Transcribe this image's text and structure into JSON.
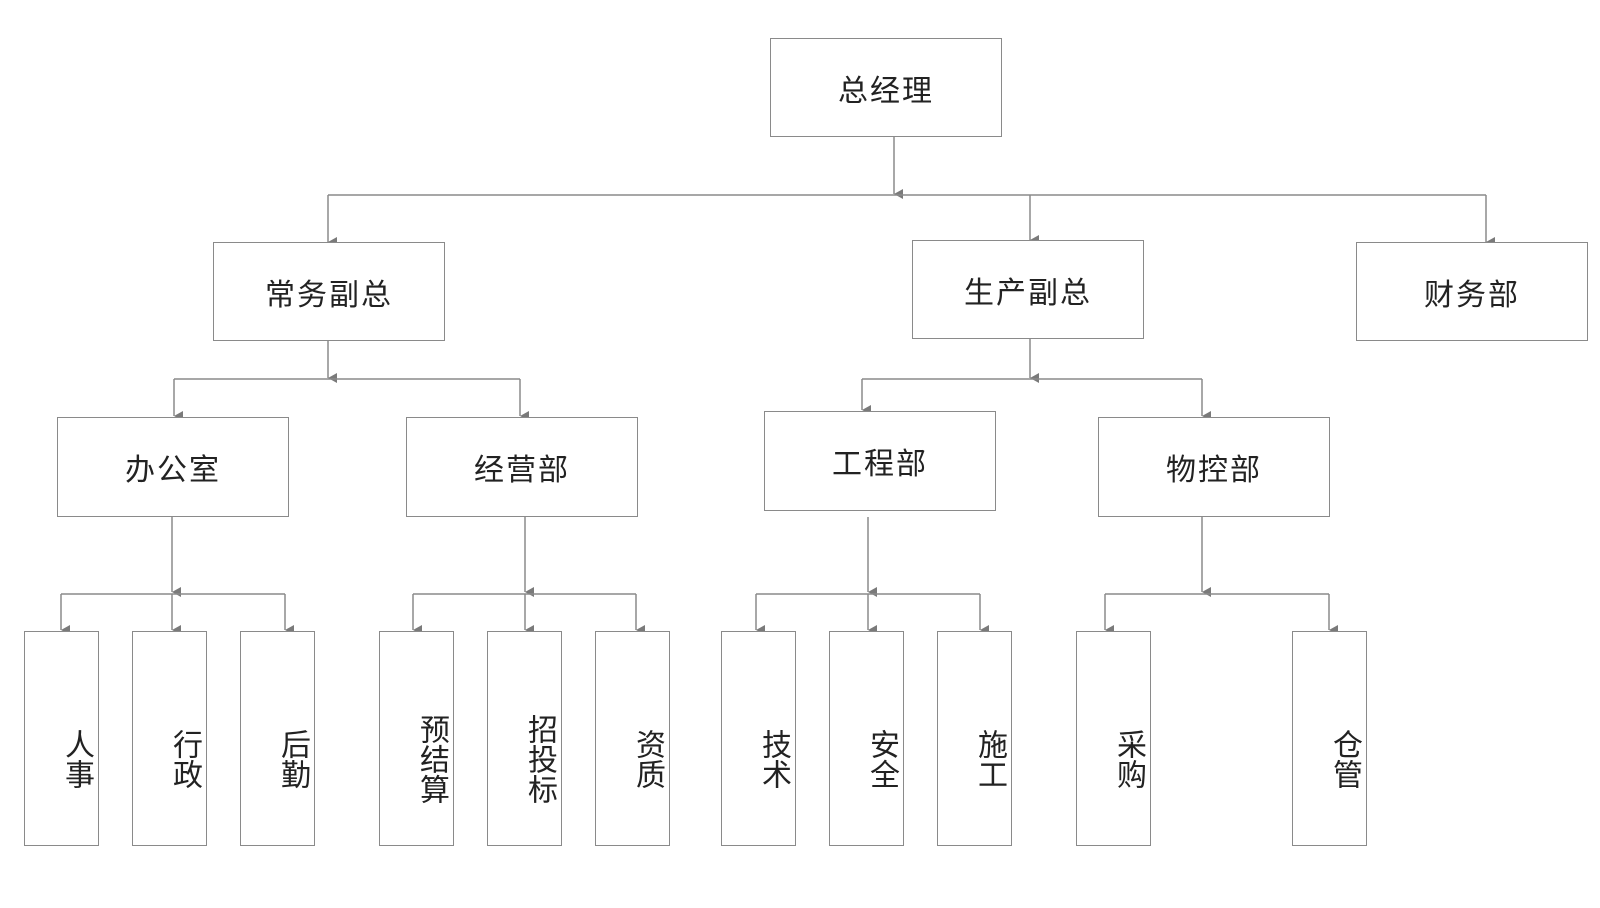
{
  "ceo": "总经理",
  "vp_general": "常务副总",
  "vp_production": "生产副总",
  "finance": "财务部",
  "office": "办公室",
  "business": "经营部",
  "engineering": "工程部",
  "material_control": "物控部",
  "hr": "人事",
  "admin": "行政",
  "logistics": "后勤",
  "budget": "预结算",
  "bidding": "招投标",
  "qualification": "资质",
  "technology": "技术",
  "safety": "安全",
  "construction": "施工",
  "purchasing": "采购",
  "warehouse": "仓管"
}
